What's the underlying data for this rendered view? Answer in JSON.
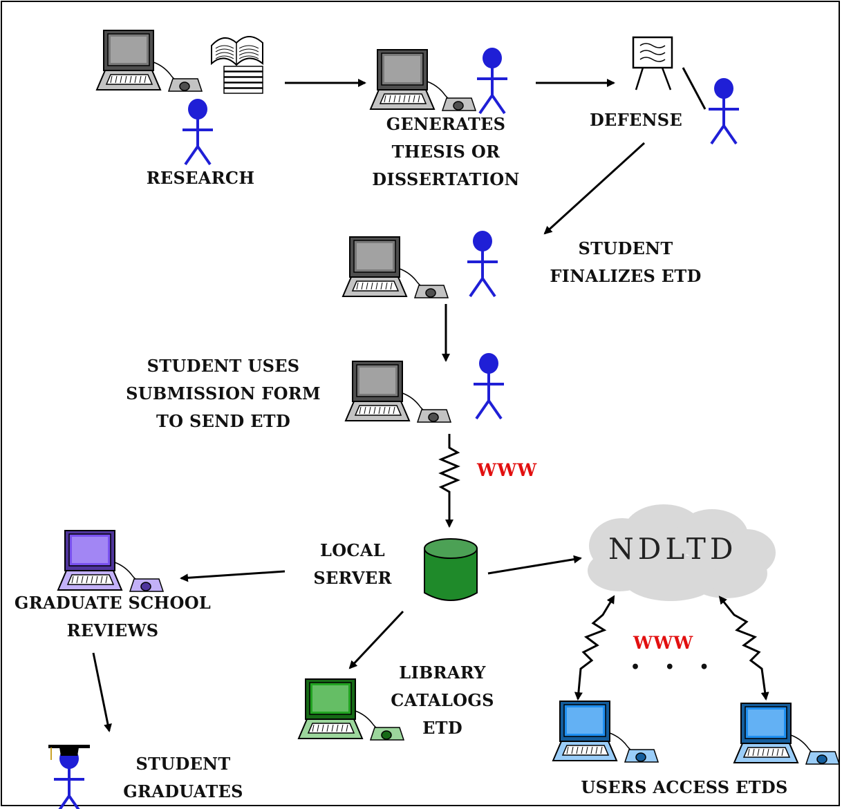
{
  "labels": {
    "research": "RESEARCH",
    "generates": [
      "GENERATES",
      "THESIS OR",
      "DISSERTATION"
    ],
    "defense": "DEFENSE",
    "finalizes": [
      "STUDENT",
      "FINALIZES ETD"
    ],
    "submission": [
      "STUDENT USES",
      "SUBMISSION FORM",
      "TO SEND ETD"
    ],
    "www_top": "WWW",
    "local_server": [
      "LOCAL",
      "SERVER"
    ],
    "ndltd": "NDLTD",
    "grad_school": [
      "GRADUATE SCHOOL",
      "REVIEWS"
    ],
    "library": [
      "LIBRARY",
      "CATALOGS",
      "ETD"
    ],
    "www_bottom": "WWW",
    "dots": "• • •",
    "users_access": "USERS ACCESS ETDS",
    "student_graduates": [
      "STUDENT",
      "GRADUATES"
    ]
  },
  "colors": {
    "person": "#1f1fd6",
    "computer_default": "#7a7a7a",
    "computer_grad": "#7a52f0",
    "computer_library": "#22a322",
    "computer_users": "#1f8ff0",
    "server": "#1f8a2a",
    "cloud": "#d9d9d9",
    "www_text": "#e21010"
  },
  "icons": [
    "computer-icon",
    "book-icon",
    "person-icon",
    "easel-icon",
    "server-icon",
    "cloud-icon",
    "graduate-icon"
  ]
}
